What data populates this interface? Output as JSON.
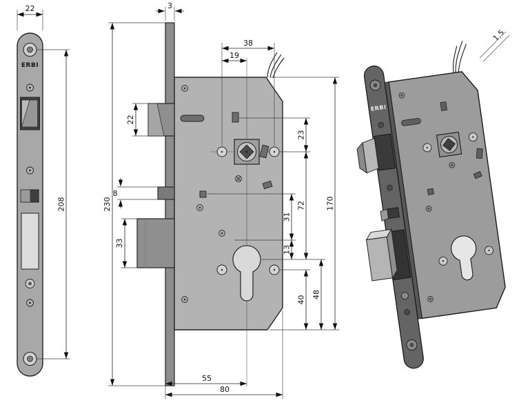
{
  "brand": "ERBI",
  "front_view": {
    "width_dim": "22",
    "hole_span_dim": "208"
  },
  "side_view": {
    "faceplate_thickness_dim": "3",
    "faceplate_height_dim": "230",
    "latch_height_dim": "22",
    "aux_bolt_dim": "8",
    "deadbolt_height_dim": "33",
    "hole_pitch_dim": "38",
    "half_pitch_dim": "19",
    "slot_to_spindle_dim": "23",
    "spindle_to_cylinder_dim": "72",
    "dim_31": "31",
    "dim_13": "13",
    "case_height_dim": "170",
    "dim_40": "40",
    "dim_48": "48",
    "backset_dim": "55",
    "case_depth_dim": "80"
  },
  "iso_view": {
    "brand": "ERBI",
    "wire_dim": "1,5"
  }
}
